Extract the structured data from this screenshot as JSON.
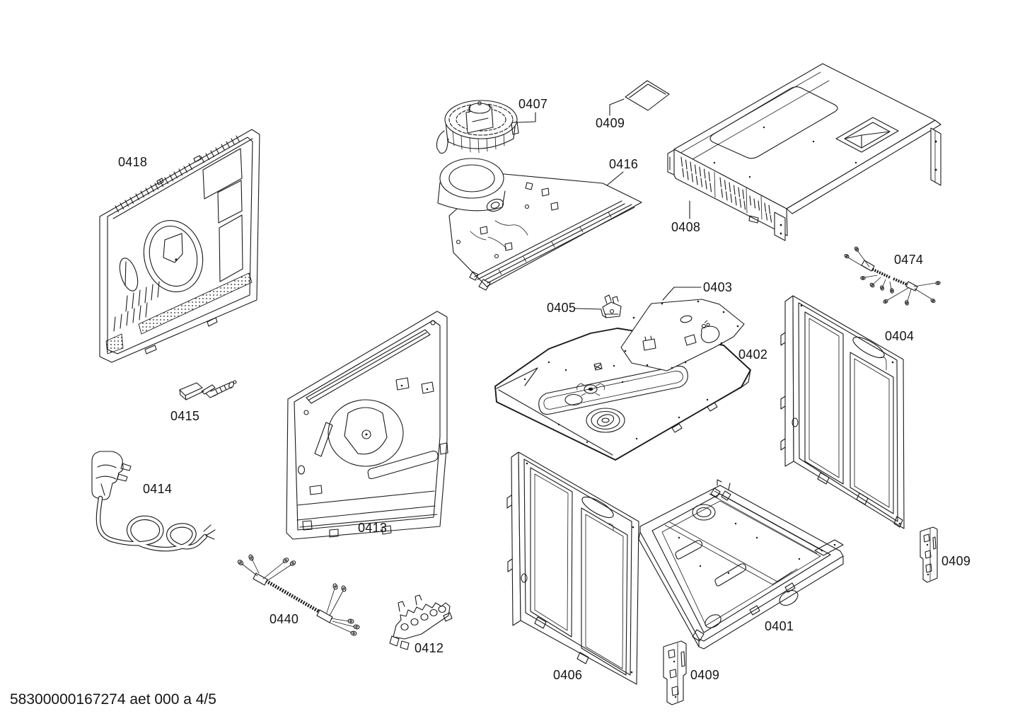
{
  "document": {
    "footer_code": "58300000167274 aet 000 a 4/5"
  },
  "colors": {
    "background": "#ffffff",
    "line_art": "#1a1a1a",
    "text": "#141414"
  },
  "parts": [
    {
      "label": "0418"
    },
    {
      "label": "0407"
    },
    {
      "label": "0409"
    },
    {
      "label": "0416"
    },
    {
      "label": "0408"
    },
    {
      "label": "0474"
    },
    {
      "label": "0403"
    },
    {
      "label": "0405"
    },
    {
      "label": "0402"
    },
    {
      "label": "0404"
    },
    {
      "label": "0415"
    },
    {
      "label": "0414"
    },
    {
      "label": "0413"
    },
    {
      "label": "0440"
    },
    {
      "label": "0412"
    },
    {
      "label": "0406"
    },
    {
      "label": "0401"
    },
    {
      "label": "0409"
    },
    {
      "label": "0409"
    }
  ]
}
